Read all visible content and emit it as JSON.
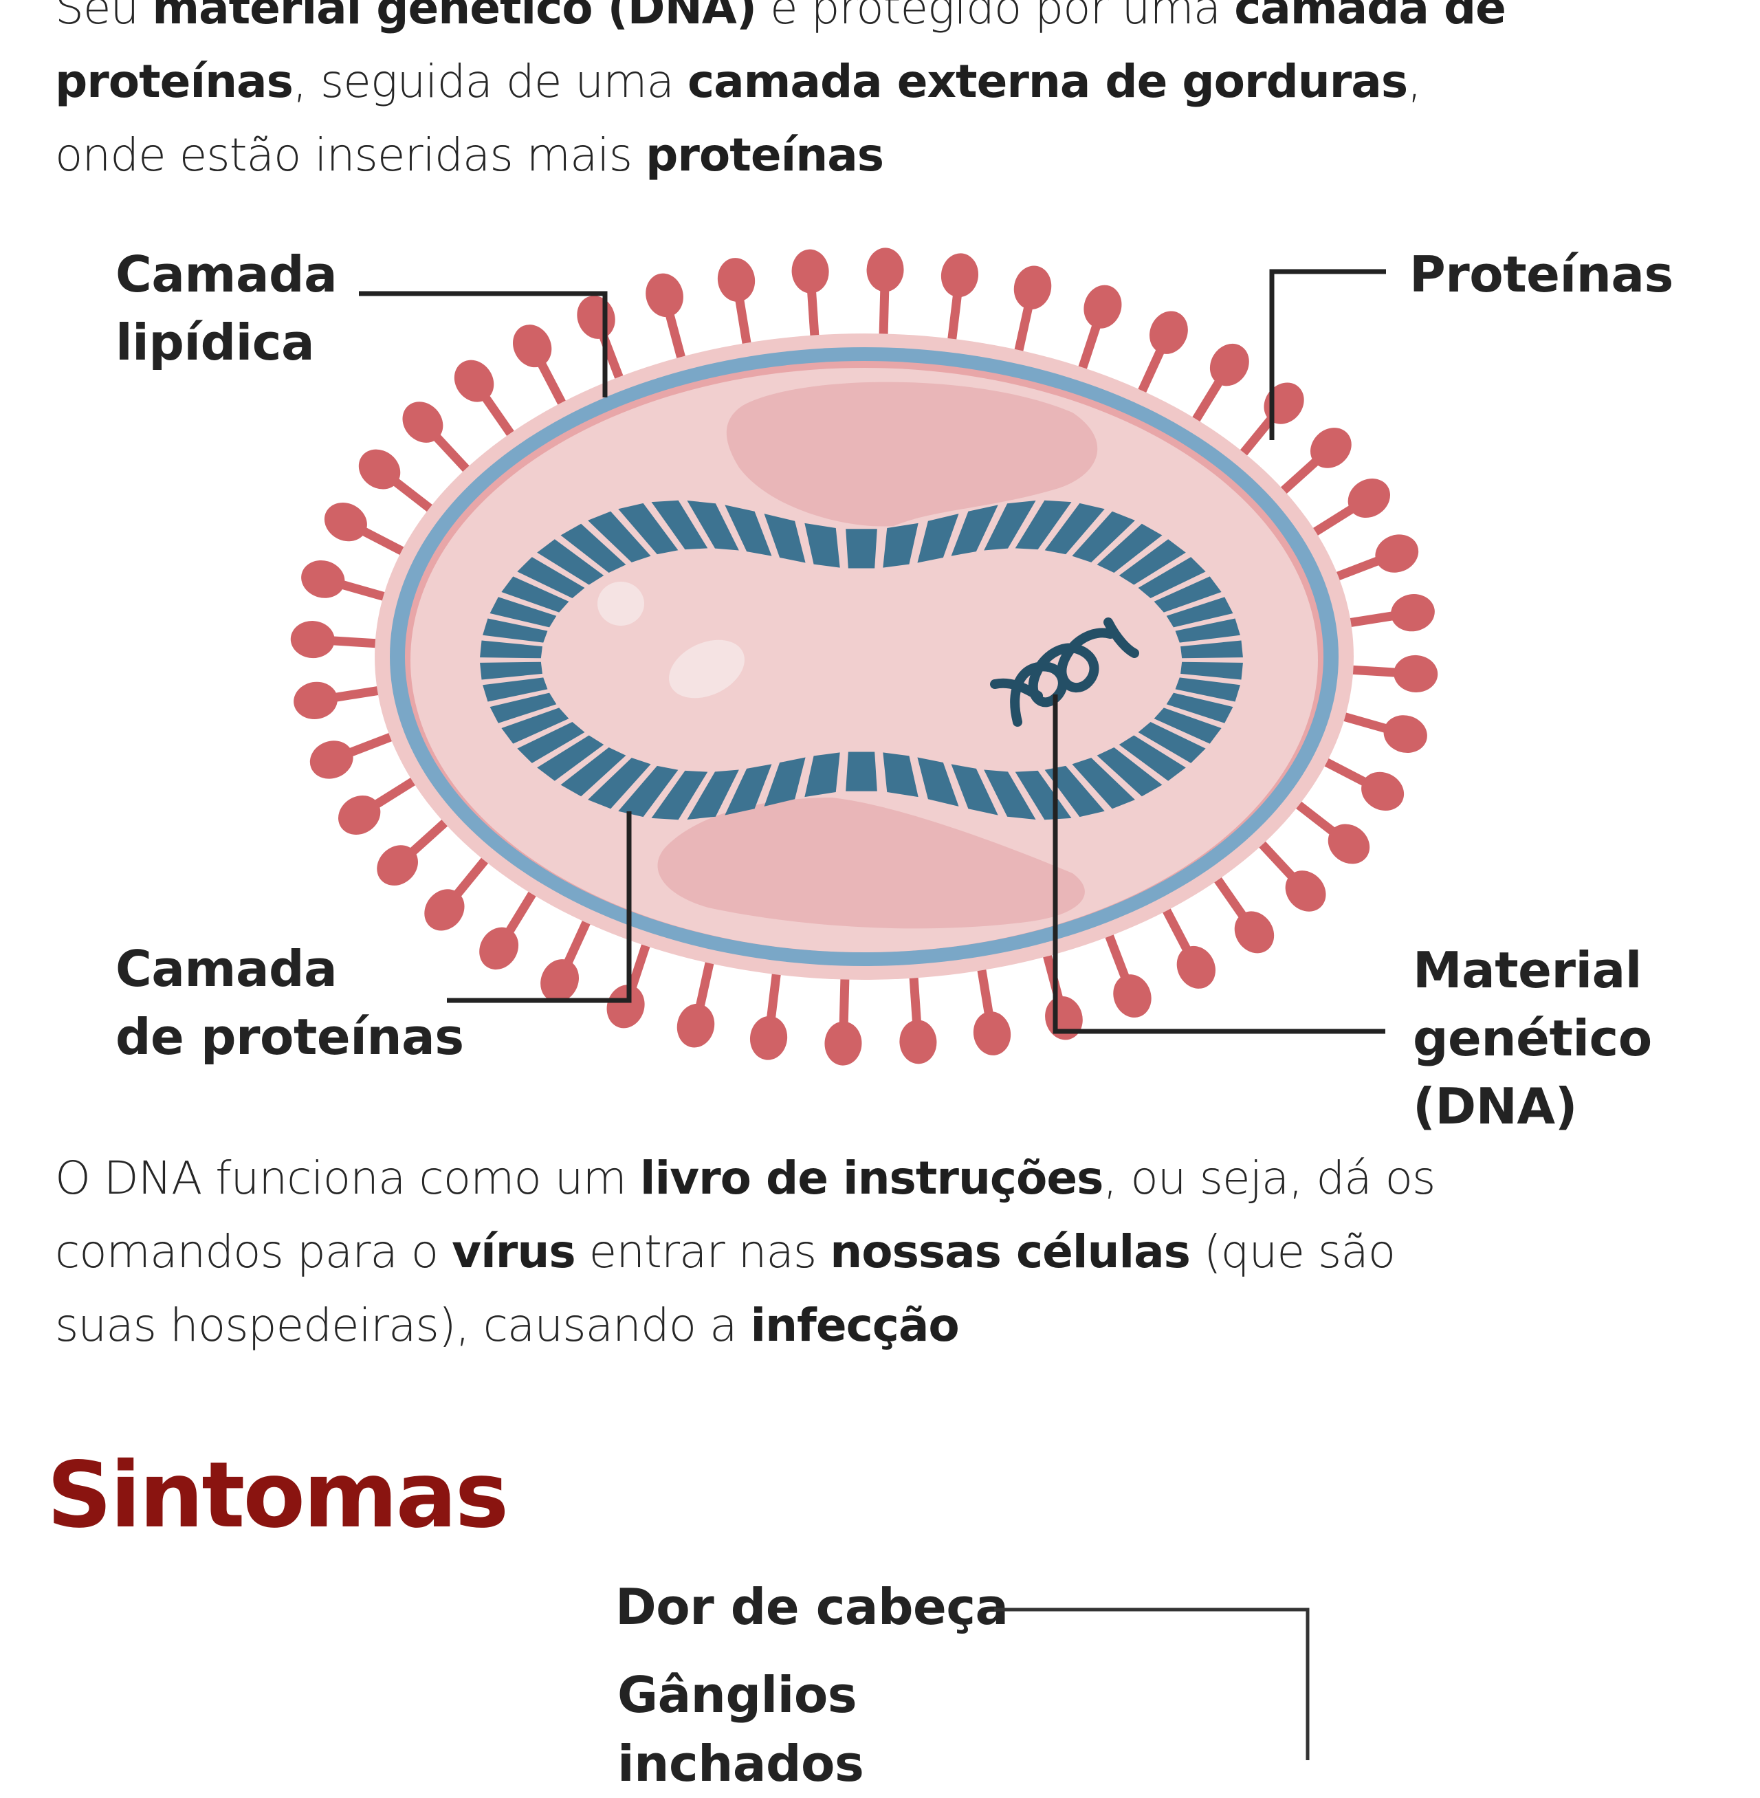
{
  "intro_paragraph": {
    "lines": [
      [
        {
          "t": "Seu ",
          "b": false
        },
        {
          "t": "material genético (DNA)",
          "b": true
        },
        {
          "t": " é protegido por uma ",
          "b": false
        },
        {
          "t": "camada de",
          "b": true
        }
      ],
      [
        {
          "t": "proteínas",
          "b": true
        },
        {
          "t": ", seguida de uma ",
          "b": false
        },
        {
          "t": "camada externa de gorduras",
          "b": true
        },
        {
          "t": ",",
          "b": false
        }
      ],
      [
        {
          "t": "onde estão inseridas mais ",
          "b": false
        },
        {
          "t": "proteínas",
          "b": true
        }
      ]
    ]
  },
  "diagram": {
    "labels": {
      "lipid_layer": [
        "Camada",
        "lipídica"
      ],
      "proteins": [
        "Proteínas"
      ],
      "protein_layer": [
        "Camada",
        "de proteínas"
      ],
      "genetic_material": [
        "Material",
        "genético",
        "(DNA)"
      ]
    },
    "colors": {
      "spike": "#d06266",
      "lipid_outer": "#f0c8c8",
      "lipid_blue": "#7aa7c7",
      "envelope": "#e8a6a8",
      "capsid_fill": "#f1cfcf",
      "lobe": "#e9b6b8",
      "dna_band": "#3d7391",
      "dna_helix": "#244f66",
      "leader_line": "#222222"
    }
  },
  "dna_paragraph": {
    "lines": [
      [
        {
          "t": "O DNA funciona como um ",
          "b": false
        },
        {
          "t": "livro de instruções",
          "b": true
        },
        {
          "t": ", ou seja, dá os",
          "b": false
        }
      ],
      [
        {
          "t": "comandos para o ",
          "b": false
        },
        {
          "t": "vírus",
          "b": true
        },
        {
          "t": " entrar nas ",
          "b": false
        },
        {
          "t": "nossas células",
          "b": true
        },
        {
          "t": " (que são",
          "b": false
        }
      ],
      [
        {
          "t": "suas hospedeiras), causando a ",
          "b": false
        },
        {
          "t": "infecção",
          "b": true
        }
      ]
    ]
  },
  "symptoms": {
    "heading": "Sintomas",
    "heading_color": "#8a1410",
    "items": [
      {
        "label_lines": [
          "Dor de cabeça"
        ]
      },
      {
        "label_lines": [
          "Gânglios",
          "inchados"
        ]
      }
    ]
  }
}
